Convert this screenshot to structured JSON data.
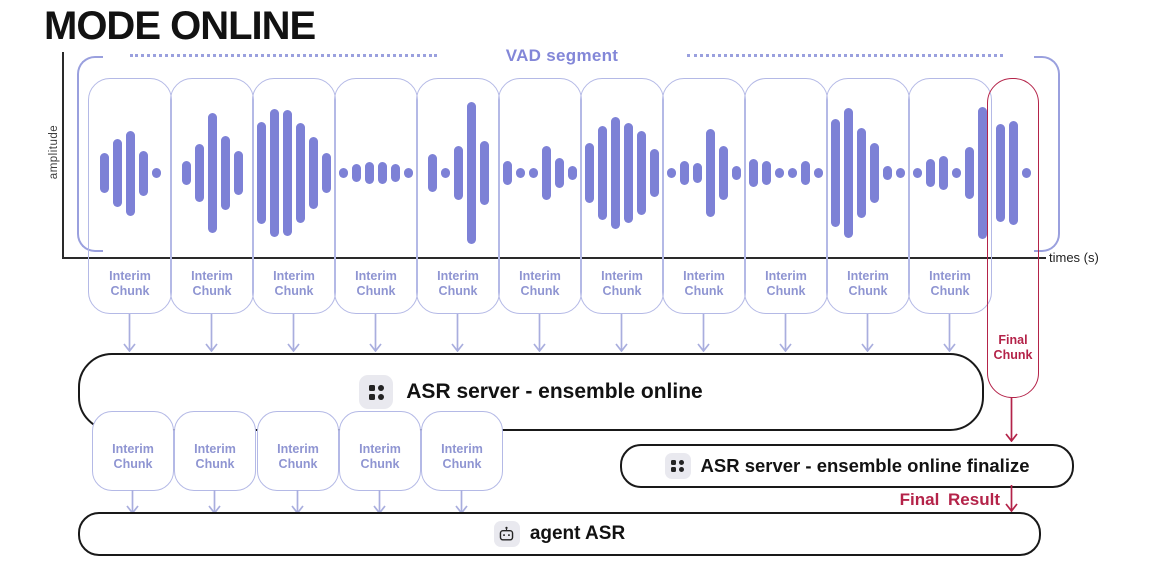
{
  "title": "MODE ONLINE",
  "colors": {
    "waveform_purple": "#7d81d6",
    "chunk_border_purple": "#b4b9e6",
    "chunk_text_purple": "#8f95d2",
    "vad_purple": "#8387d8",
    "final_red": "#b42349",
    "box_black": "#191919",
    "icon_bg": "#e9e9ef"
  },
  "axes": {
    "y_label": "amplitude",
    "x_label": "times (s)"
  },
  "vad_segment": {
    "label": "VAD segment"
  },
  "waveform_chunks": [
    {
      "label": "Interim Chunk",
      "bars": [
        40,
        68,
        85,
        45,
        10
      ]
    },
    {
      "label": "Interim Chunk",
      "bars": [
        24,
        58,
        120,
        74,
        44
      ]
    },
    {
      "label": "Interim Chunk",
      "bars": [
        102,
        128,
        126,
        100,
        72,
        40
      ]
    },
    {
      "label": "Interim Chunk",
      "bars": [
        10,
        18,
        22,
        22,
        18,
        10
      ]
    },
    {
      "label": "Interim Chunk",
      "bars": [
        38,
        10,
        54,
        142,
        64
      ]
    },
    {
      "label": "Interim Chunk",
      "bars": [
        24,
        10,
        10,
        54,
        30,
        14
      ]
    },
    {
      "label": "Interim Chunk",
      "bars": [
        60,
        94,
        112,
        100,
        84,
        48
      ]
    },
    {
      "label": "Interim Chunk",
      "bars": [
        10,
        24,
        20,
        88,
        54,
        14
      ]
    },
    {
      "label": "Interim Chunk",
      "bars": [
        28,
        24,
        10,
        10,
        24,
        10
      ]
    },
    {
      "label": "Interim Chunk",
      "bars": [
        108,
        130,
        90,
        60,
        14,
        10
      ]
    },
    {
      "label": "Interim Chunk",
      "bars": [
        10,
        28,
        34,
        10,
        52,
        132
      ]
    }
  ],
  "final_chunk": {
    "label": "Final Chunk",
    "bars": [
      98,
      104,
      10
    ]
  },
  "asr_online": {
    "label": "ASR server - ensemble online",
    "icon": "grid-dots-icon"
  },
  "interim_row2": [
    {
      "label": "Interim Chunk"
    },
    {
      "label": "Interim Chunk"
    },
    {
      "label": "Interim Chunk"
    },
    {
      "label": "Interim Chunk"
    },
    {
      "label": "Interim Chunk"
    }
  ],
  "asr_finalize": {
    "label": "ASR server - ensemble online finalize",
    "icon": "grid-dots-icon"
  },
  "final_result_label": "Final Result",
  "agent_asr": {
    "label": "agent ASR",
    "icon": "robot-icon"
  }
}
